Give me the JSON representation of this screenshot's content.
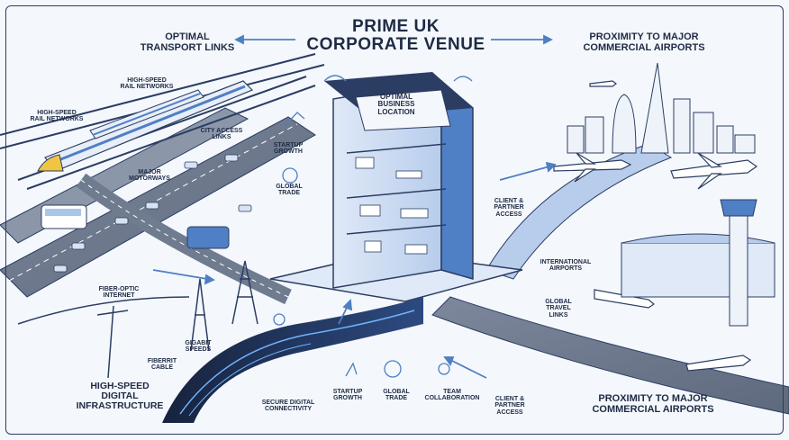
{
  "title": "PRIME UK\nCORPORATE VENUE",
  "building_label": "OPTIMAL\nBUSINESS\nLOCATION",
  "labels": {
    "optimal_transport": "OPTIMAL\nTRANSPORT LINKS",
    "proximity_top": "PROXIMITY TO MAJOR\nCOMMERCIAL AIRPORTS",
    "rail_1": "HIGH-SPEED\nRAIL NETWORKS",
    "rail_2": "HIGH-SPEED\nRAIL NETWORKS",
    "city_access": "CITY ACCESS\nLINKS",
    "motorways": "MAJOR\nMOTORWAYS",
    "startup_top": "STARTUP\nGROWTH",
    "global_trade_top": "GLOBAL\nTRADE",
    "client_top": "CLIENT &\nPARTNER\nACCESS",
    "intl_airports": "INTERNATIONAL\nAIRPORTS",
    "global_travel": "GLOBAL\nTRAVEL\nLINKS",
    "fiber_internet": "FIBER-OPTIC\nINTERNET",
    "gigabit": "GIGABIT\nSPEEDS",
    "fiber_cable": "FIBERRIT\nCABLE",
    "digital_infra": "HIGH-SPEED\nDIGITAL\nINFRASTRUCTURE",
    "secure_digital": "SECURE DIGITAL\nCONNECTIVITY",
    "startup_bottom": "STARTUP\nGROWTH",
    "global_trade_bottom": "GLOBAL\nTRADE",
    "team_collab": "TEAM\nCOLLABORATION",
    "client_bottom": "CLIENT &\nPARTNER\nACCESS",
    "proximity_bottom": "PROXIMITY TO MAJOR\nCOMMERCIAL AIRPORTS"
  },
  "colors": {
    "navy": "#1f2b45",
    "blue": "#4f7fc4",
    "light_blue": "#a9c6ea",
    "road": "#6f7b8f",
    "bg": "#f4f8fc"
  }
}
